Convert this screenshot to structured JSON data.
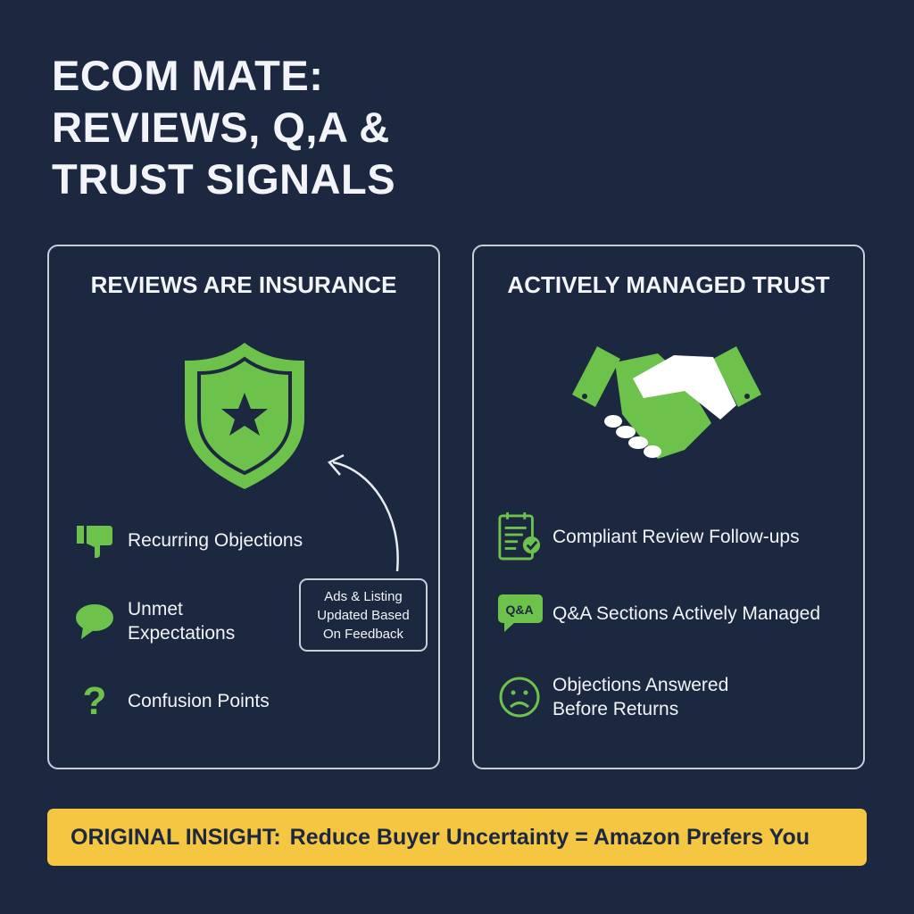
{
  "title": {
    "line1": "ECOM MATE:",
    "line2": "REVIEWS, Q,A &",
    "line3": "TRUST SIGNALS"
  },
  "left_panel": {
    "heading": "REVIEWS ARE INSURANCE",
    "icon": "shield-star-icon",
    "items": [
      {
        "icon": "thumbs-down-icon",
        "label": "Recurring Objections"
      },
      {
        "icon": "speech-bubble-icon",
        "label": "Unmet Expectations"
      },
      {
        "icon": "question-mark-icon",
        "label": "Confusion Points"
      }
    ],
    "callout": {
      "line1": "Ads & Listing",
      "line2": "Updated Based",
      "line3": "On Feedback"
    }
  },
  "right_panel": {
    "heading": "ACTIVELY MANAGED TRUST",
    "icon": "handshake-icon",
    "items": [
      {
        "icon": "clipboard-check-icon",
        "label": "Compliant Review Follow-ups"
      },
      {
        "icon": "qa-bubble-icon",
        "label": "Q&A Sections Actively Managed",
        "badge": "Q&A"
      },
      {
        "icon": "sad-face-icon",
        "label": "Objections Answered Before Returns"
      }
    ]
  },
  "banner": {
    "prefix": "ORIGINAL INSIGHT:",
    "text": "Reduce Buyer Uncertainty = Amazon Prefers You"
  },
  "colors": {
    "background": "#1b2840",
    "accent_green": "#6cc24a",
    "banner_yellow": "#f4c641",
    "text": "#f2f4f7"
  }
}
